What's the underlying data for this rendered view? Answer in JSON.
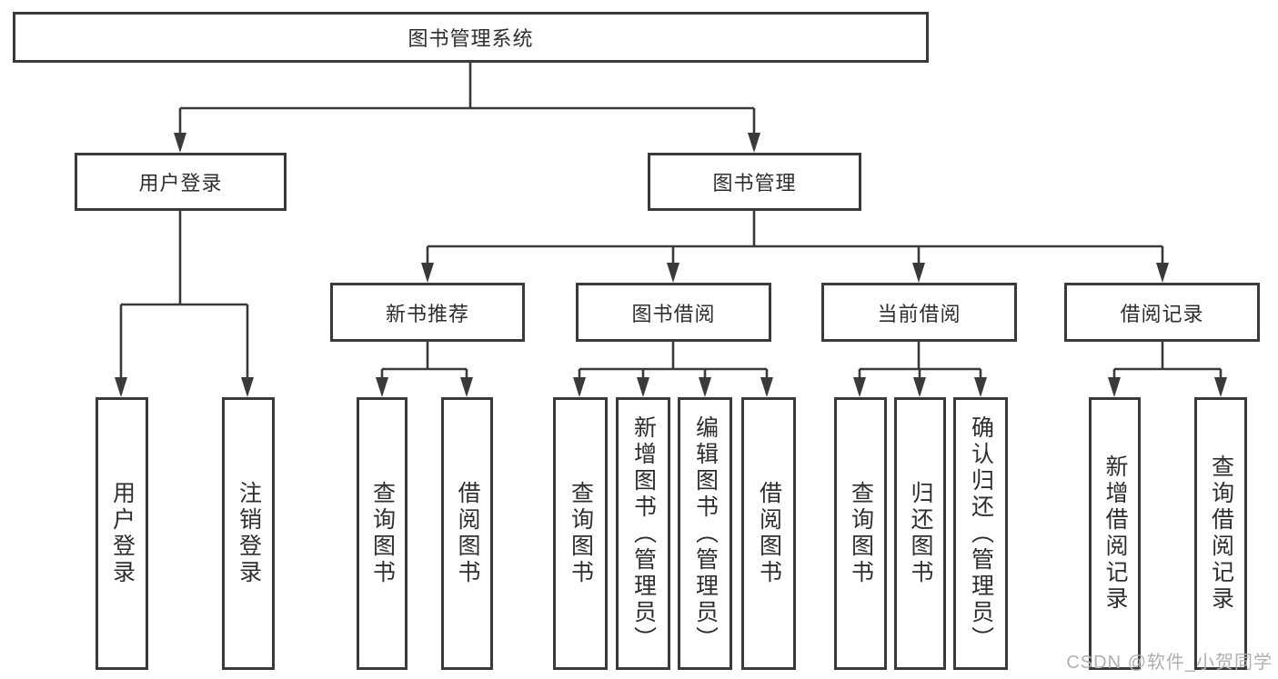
{
  "watermark": "CSDN @软件_小贺同学",
  "colors": {
    "line": "#3a3a3a",
    "text": "#2e2e2e",
    "box_background": "#ffffff",
    "watermark_text": "#b0b0b0"
  },
  "tree": {
    "label": "图书管理系统",
    "children": [
      {
        "label": "用户登录",
        "children": [
          {
            "label": "用户登录"
          },
          {
            "label": "注销登录"
          }
        ]
      },
      {
        "label": "图书管理",
        "children": [
          {
            "label": "新书推荐",
            "children": [
              {
                "label": "查询图书"
              },
              {
                "label": "借阅图书"
              }
            ]
          },
          {
            "label": "图书借阅",
            "children": [
              {
                "label": "查询图书"
              },
              {
                "label": "新增图书（管理员）"
              },
              {
                "label": "编辑图书（管理员）"
              },
              {
                "label": "借阅图书"
              }
            ]
          },
          {
            "label": "当前借阅",
            "children": [
              {
                "label": "查询图书"
              },
              {
                "label": "归还图书"
              },
              {
                "label": "确认归还（管理员）"
              }
            ]
          },
          {
            "label": "借阅记录",
            "children": [
              {
                "label": "新增借阅记录"
              },
              {
                "label": "查询借阅记录"
              }
            ]
          }
        ]
      }
    ]
  }
}
